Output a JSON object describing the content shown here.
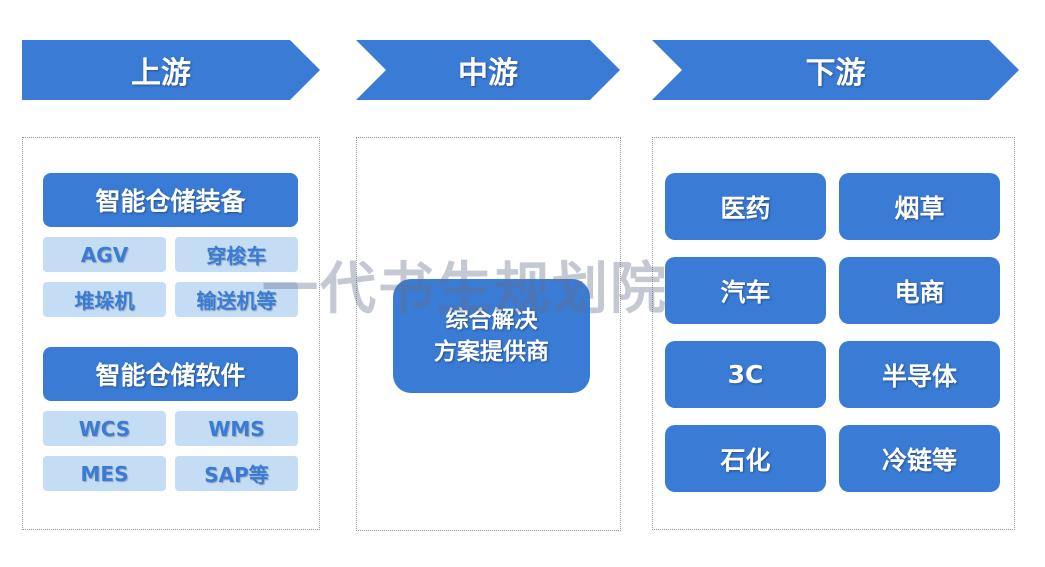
{
  "stages": {
    "upstream": "上游",
    "midstream": "中游",
    "downstream": "下游"
  },
  "upstream": {
    "hardware": {
      "title": "智能仓储装备",
      "items": [
        "AGV",
        "穿梭车",
        "堆垛机",
        "输送机等"
      ]
    },
    "software": {
      "title": "智能仓储软件",
      "items": [
        "WCS",
        "WMS",
        "MES",
        "SAP等"
      ]
    }
  },
  "midstream": {
    "line1": "综合解决",
    "line2": "方案提供商"
  },
  "downstream": {
    "items": [
      "医药",
      "烟草",
      "汽车",
      "电商",
      "3C",
      "半导体",
      "石化",
      "冷链等"
    ]
  },
  "watermark": "一代书生规划院",
  "colors": {
    "primary": "#3a7bd5",
    "chip": "#c5dcf5"
  }
}
